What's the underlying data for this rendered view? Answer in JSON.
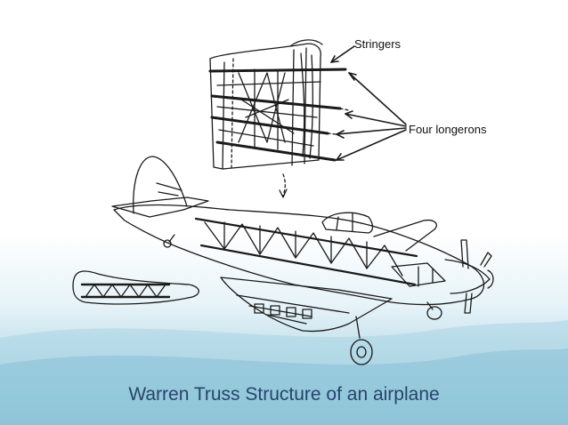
{
  "slide": {
    "caption": "Warren Truss Structure of an airplane"
  },
  "labels": {
    "stringers": "Stringers",
    "longerons": "Four longerons"
  },
  "colors": {
    "caption": "#26456b",
    "line_art": "#1a1a1a",
    "background_wave": "#8fc4d8"
  }
}
